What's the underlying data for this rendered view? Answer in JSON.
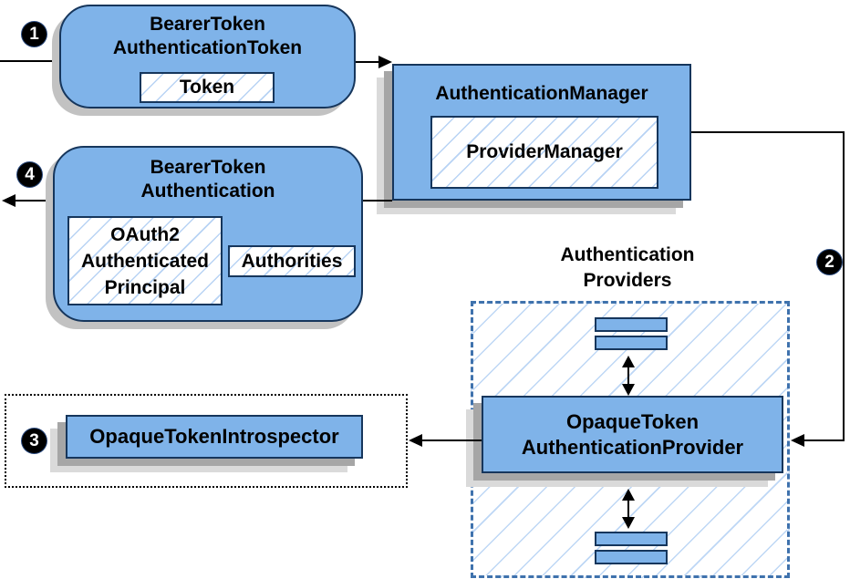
{
  "colors": {
    "node_fill": "#7fb3e9",
    "node_border": "#16365c",
    "hatch_line": "#7dafeb",
    "dashed_border": "#3f72ad",
    "dotted_border": "#000000",
    "shadow": "#a6a6a6",
    "arrow": "#000000",
    "badge_bg": "#000000",
    "badge_text": "#ffffff"
  },
  "badges": {
    "step1": "1",
    "step2": "2",
    "step3": "3",
    "step4": "4"
  },
  "nodes": {
    "bearer_token_authentication_token": {
      "title_line1": "BearerToken",
      "title_line2": "AuthenticationToken",
      "token_label": "Token"
    },
    "authentication_manager": {
      "title": "AuthenticationManager",
      "provider_manager_label": "ProviderManager"
    },
    "bearer_token_authentication": {
      "title_line1": "BearerToken",
      "title_line2": "Authentication",
      "principal_line1": "OAuth2",
      "principal_line2": "Authenticated",
      "principal_line3": "Principal",
      "authorities_label": "Authorities"
    },
    "authentication_providers": {
      "label_line1": "Authentication",
      "label_line2": "Providers"
    },
    "opaque_token_authentication_provider": {
      "title_line1": "OpaqueToken",
      "title_line2": "AuthenticationProvider"
    },
    "opaque_token_introspector": {
      "title": "OpaqueTokenIntrospector"
    }
  }
}
